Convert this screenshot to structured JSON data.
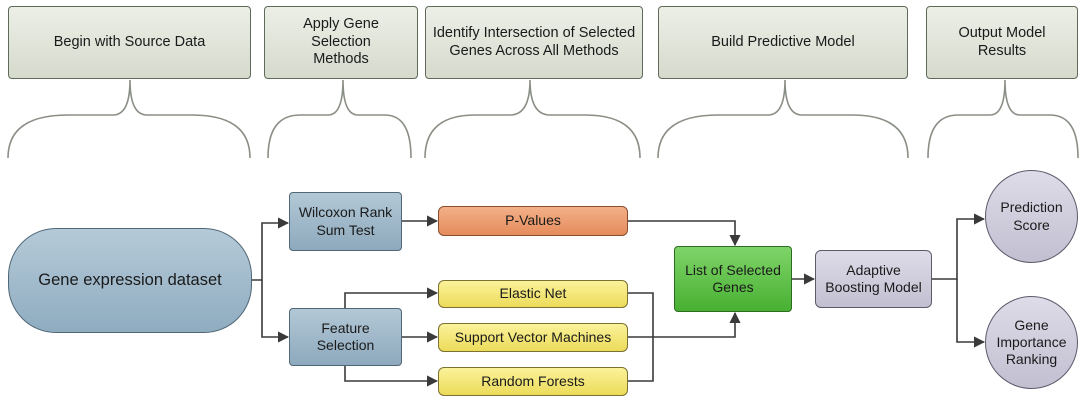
{
  "stages": [
    {
      "id": "source",
      "label": "Begin with Source Data"
    },
    {
      "id": "selection",
      "label": "Apply Gene Selection Methods"
    },
    {
      "id": "intersection",
      "label": "Identify Intersection of Selected Genes Across All Methods"
    },
    {
      "id": "model",
      "label": "Build Predictive Model"
    },
    {
      "id": "output",
      "label": "Output Model Results"
    }
  ],
  "nodes": {
    "dataset": "Gene expression dataset",
    "wilcoxon": "Wilcoxon Rank Sum Test",
    "feature_selection": "Feature Selection",
    "p_values": "P-Values",
    "elastic_net": "Elastic Net",
    "svm": "Support Vector Machines",
    "random_forests": "Random Forests",
    "selected_genes": "List of Selected Genes",
    "adaboost": "Adaptive Boosting Model",
    "prediction_score": "Prediction Score",
    "gene_ranking": "Gene Importance Ranking"
  },
  "edges": [
    {
      "from": "dataset",
      "to": "wilcoxon"
    },
    {
      "from": "dataset",
      "to": "feature_selection"
    },
    {
      "from": "wilcoxon",
      "to": "p_values"
    },
    {
      "from": "feature_selection",
      "to": "elastic_net"
    },
    {
      "from": "feature_selection",
      "to": "svm"
    },
    {
      "from": "feature_selection",
      "to": "random_forests"
    },
    {
      "from": "p_values",
      "to": "selected_genes"
    },
    {
      "from": "elastic_net",
      "to": "selected_genes"
    },
    {
      "from": "svm",
      "to": "selected_genes"
    },
    {
      "from": "random_forests",
      "to": "selected_genes"
    },
    {
      "from": "selected_genes",
      "to": "adaboost"
    },
    {
      "from": "adaboost",
      "to": "prediction_score"
    },
    {
      "from": "adaboost",
      "to": "gene_ranking"
    }
  ],
  "colors": {
    "stage_fill": "#e2e5da",
    "dataset_fill": "#9fb9cb",
    "method_fill": "#9fb9cb",
    "pvalue_fill": "#ec9d70",
    "classifier_fill": "#f4e778",
    "selected_fill": "#5fc24a",
    "model_fill": "#d0cedc",
    "connector": "#3a3a3a"
  }
}
